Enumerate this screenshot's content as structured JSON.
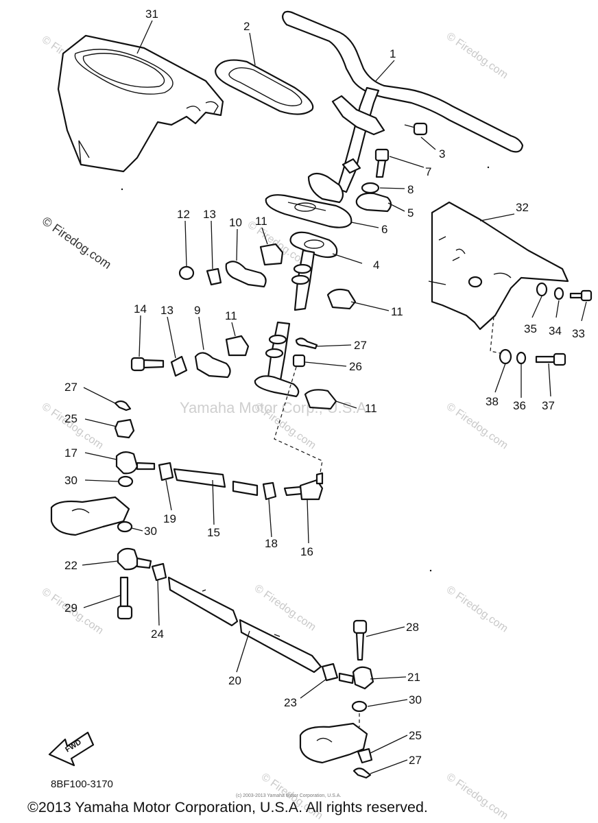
{
  "diagram": {
    "code": "8BF100-3170",
    "fwd_label": "FWD",
    "copyright": "©2013 Yamaha Motor Corporation, U.S.A. All rights reserved.",
    "small_notice": "(c) 2003-2013 Yamaha Motor Corporation, U.S.A.",
    "watermark_main": "Yamaha Motor Corp., U.S.A.",
    "watermark_site": "© Firedog.com",
    "callouts": [
      "31",
      "2",
      "1",
      "3",
      "7",
      "8",
      "5",
      "6",
      "32",
      "12",
      "13",
      "10",
      "11",
      "4",
      "11",
      "14",
      "13",
      "9",
      "11",
      "27",
      "26",
      "35",
      "34",
      "33",
      "27",
      "25",
      "11",
      "38",
      "36",
      "37",
      "17",
      "30",
      "19",
      "15",
      "18",
      "16",
      "30",
      "22",
      "29",
      "24",
      "28",
      "20",
      "21",
      "23",
      "30",
      "25",
      "27"
    ]
  }
}
